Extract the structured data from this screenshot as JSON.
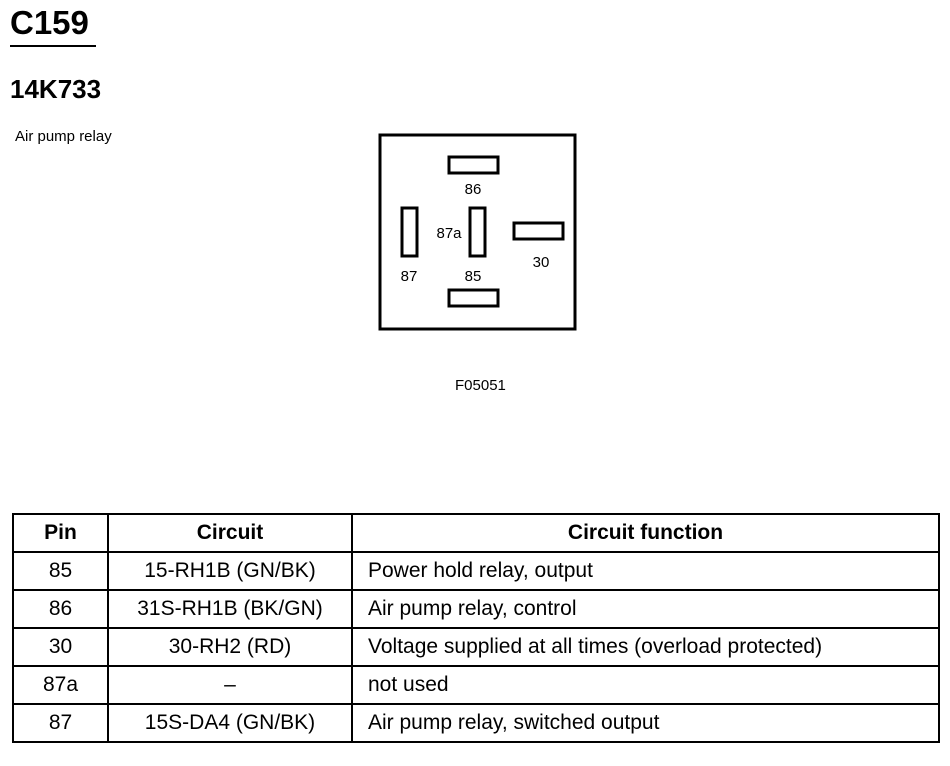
{
  "header": {
    "connector_id": "C159",
    "part_number": "14K733",
    "description": "Air pump relay"
  },
  "diagram": {
    "pin_labels": {
      "pin_86": "86",
      "pin_87a": "87a",
      "pin_87": "87",
      "pin_85": "85",
      "pin_30": "30"
    },
    "figure_code": "F05051"
  },
  "table": {
    "headers": {
      "pin": "Pin",
      "circuit": "Circuit",
      "function": "Circuit function"
    },
    "rows": [
      {
        "pin": "85",
        "circuit": "15-RH1B (GN/BK)",
        "function": "Power hold relay, output"
      },
      {
        "pin": "86",
        "circuit": "31S-RH1B (BK/GN)",
        "function": "Air pump relay, control"
      },
      {
        "pin": "30",
        "circuit": "30-RH2 (RD)",
        "function": "Voltage supplied at all times (overload protected)"
      },
      {
        "pin": "87a",
        "circuit": "–",
        "function": "not used"
      },
      {
        "pin": "87",
        "circuit": "15S-DA4 (GN/BK)",
        "function": "Air pump relay, switched output"
      }
    ]
  }
}
